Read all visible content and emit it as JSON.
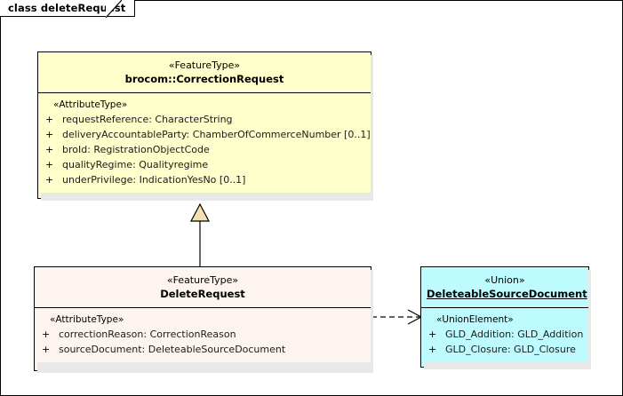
{
  "frame": {
    "tab_label": "class deleteRequest"
  },
  "classes": {
    "correction_request": {
      "stereotype": "«FeatureType»",
      "name": "brocom::CorrectionRequest",
      "compartment_stereotype": "«AttributeType»",
      "attributes": [
        {
          "visibility": "+",
          "text": "requestReference: CharacterString"
        },
        {
          "visibility": "+",
          "text": "deliveryAccountableParty: ChamberOfCommerceNumber [0..1]"
        },
        {
          "visibility": "+",
          "text": "broId: RegistrationObjectCode"
        },
        {
          "visibility": "+",
          "text": "qualityRegime: Qualityregime"
        },
        {
          "visibility": "+",
          "text": "underPrivilege: IndicationYesNo [0..1]"
        }
      ]
    },
    "delete_request": {
      "stereotype": "«FeatureType»",
      "name": "DeleteRequest",
      "compartment_stereotype": "«AttributeType»",
      "attributes": [
        {
          "visibility": "+",
          "text": "correctionReason: CorrectionReason"
        },
        {
          "visibility": "+",
          "text": "sourceDocument: DeleteableSourceDocument"
        }
      ]
    },
    "deleteable_source_document": {
      "stereotype": "«Union»",
      "name": "DeleteableSourceDocument",
      "compartment_stereotype": "«UnionElement»",
      "attributes": [
        {
          "visibility": "+",
          "text": "GLD_Addition: GLD_Addition"
        },
        {
          "visibility": "+",
          "text": "GLD_Closure: GLD_Closure"
        }
      ]
    }
  },
  "connectors": [
    {
      "type": "generalization",
      "from": "DeleteRequest",
      "to": "brocom::CorrectionRequest"
    },
    {
      "type": "dependency",
      "from": "DeleteRequest",
      "to": "DeleteableSourceDocument"
    }
  ],
  "colors": {
    "feature_type_fill": "#ffffcc",
    "delete_request_fill": "#fdf4f0",
    "union_fill": "#bdfbff",
    "border": "#000000",
    "generalization_arrow_fill": "#f5dfb0",
    "shadow": "#e8e8e8"
  }
}
